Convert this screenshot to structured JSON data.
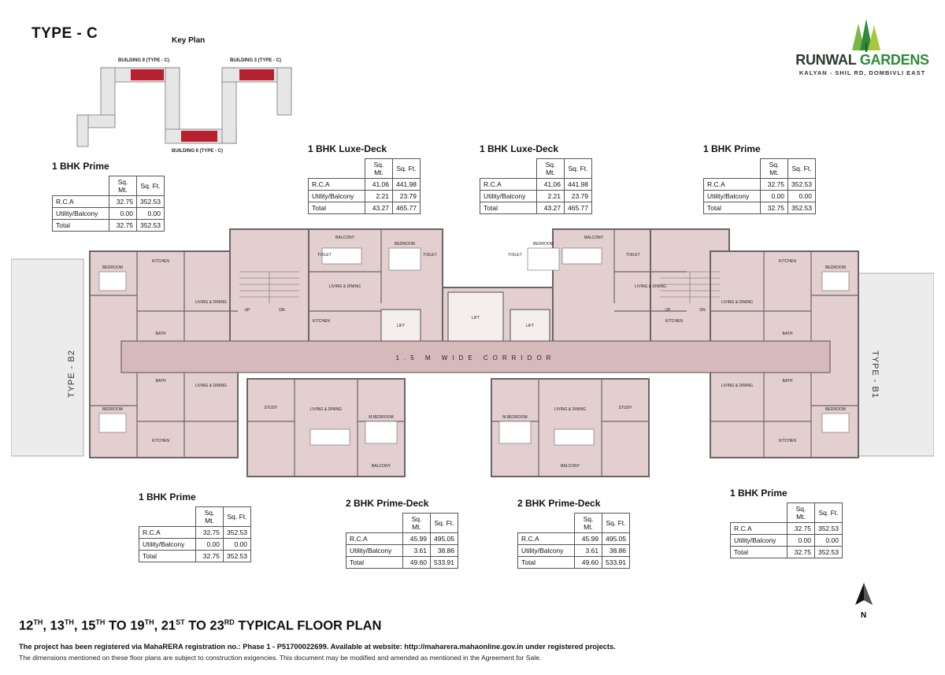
{
  "page": {
    "type_title": "TYPE - C",
    "key_plan_label": "Key Plan",
    "key_plan_buildings": [
      "BUILDING 9 (TYPE - C)",
      "BUILDING 3 (TYPE - C)",
      "BUILDING 6 (TYPE - C)"
    ]
  },
  "logo": {
    "brand_main": "RUNWAL",
    "brand_accent": "GARDENS",
    "location": "KALYAN - SHIL RD, DOMBIVLI EAST"
  },
  "column_headers": {
    "sqmt": "Sq. Mt.",
    "sqft": "Sq. Ft."
  },
  "row_labels": {
    "rca": "R.C.A",
    "utility": "Utility/Balcony",
    "total": "Total"
  },
  "area_tables": [
    {
      "title": "1 BHK Prime",
      "rca": [
        "32.75",
        "352.53"
      ],
      "utility": [
        "0.00",
        "0.00"
      ],
      "total": [
        "32.75",
        "352.53"
      ]
    },
    {
      "title": "1 BHK Luxe-Deck",
      "rca": [
        "41.06",
        "441.98"
      ],
      "utility": [
        "2.21",
        "23.79"
      ],
      "total": [
        "43.27",
        "465.77"
      ]
    },
    {
      "title": "1 BHK Luxe-Deck",
      "rca": [
        "41.06",
        "441.98"
      ],
      "utility": [
        "2.21",
        "23.79"
      ],
      "total": [
        "43.27",
        "465.77"
      ]
    },
    {
      "title": "1 BHK Prime",
      "rca": [
        "32.75",
        "352.53"
      ],
      "utility": [
        "0.00",
        "0.00"
      ],
      "total": [
        "32.75",
        "352.53"
      ]
    },
    {
      "title": "1 BHK Prime",
      "rca": [
        "32.75",
        "352.53"
      ],
      "utility": [
        "0.00",
        "0.00"
      ],
      "total": [
        "32.75",
        "352.53"
      ]
    },
    {
      "title": "2 BHK Prime-Deck",
      "rca": [
        "45.99",
        "495.05"
      ],
      "utility": [
        "3.61",
        "38.86"
      ],
      "total": [
        "49.60",
        "533.91"
      ]
    },
    {
      "title": "2 BHK Prime-Deck",
      "rca": [
        "45.99",
        "495.05"
      ],
      "utility": [
        "3.61",
        "38.86"
      ],
      "total": [
        "49.60",
        "533.91"
      ]
    },
    {
      "title": "1 BHK Prime",
      "rca": [
        "32.75",
        "352.53"
      ],
      "utility": [
        "0.00",
        "0.00"
      ],
      "total": [
        "32.75",
        "352.53"
      ]
    }
  ],
  "floor_plan": {
    "corridor_label": "1.5 M WIDE CORRIDOR",
    "adjacent_left": "TYPE - B2",
    "adjacent_right": "TYPE - B1",
    "labels": {
      "bedroom": "BEDROOM",
      "m_bedroom": "M.BEDROOM",
      "living_dining": "LIVING & DINING",
      "kitchen": "KITCHEN",
      "bath": "BATH",
      "toilet": "TOILET",
      "balcony": "BALCONY",
      "study": "STUDY",
      "lift": "LIFT",
      "up": "UP",
      "dn": "DN"
    }
  },
  "compass_label": "N",
  "footer": {
    "floors": [
      {
        "num": "12",
        "suffix": "TH"
      },
      {
        "num": "13",
        "suffix": "TH"
      },
      {
        "num": "15",
        "suffix": "TH"
      },
      {
        "num": "19",
        "suffix": "TH"
      },
      {
        "num": "21",
        "suffix": "ST"
      },
      {
        "num": "23",
        "suffix": "RD"
      }
    ],
    "sep_comma": ", ",
    "sep_to": " TO ",
    "title_suffix": " TYPICAL FLOOR PLAN",
    "rera_note": "The project has been registered via MahaRERA registration no.: Phase 1 - P51700022699. Available at website: http://maharera.mahaonline.gov.in  under registered projects.",
    "dimension_note": "The dimensions mentioned on these floor plans are subject to construction exigencies. This document may be modified and amended as mentioned in the Agreement for Sale."
  },
  "colors": {
    "room_fill": "#e3cfd0",
    "corridor_fill": "#d6b9bb",
    "wall": "#6d6466",
    "key_plan_highlight": "#b7202e",
    "brand_green": "#2e8b3a"
  }
}
